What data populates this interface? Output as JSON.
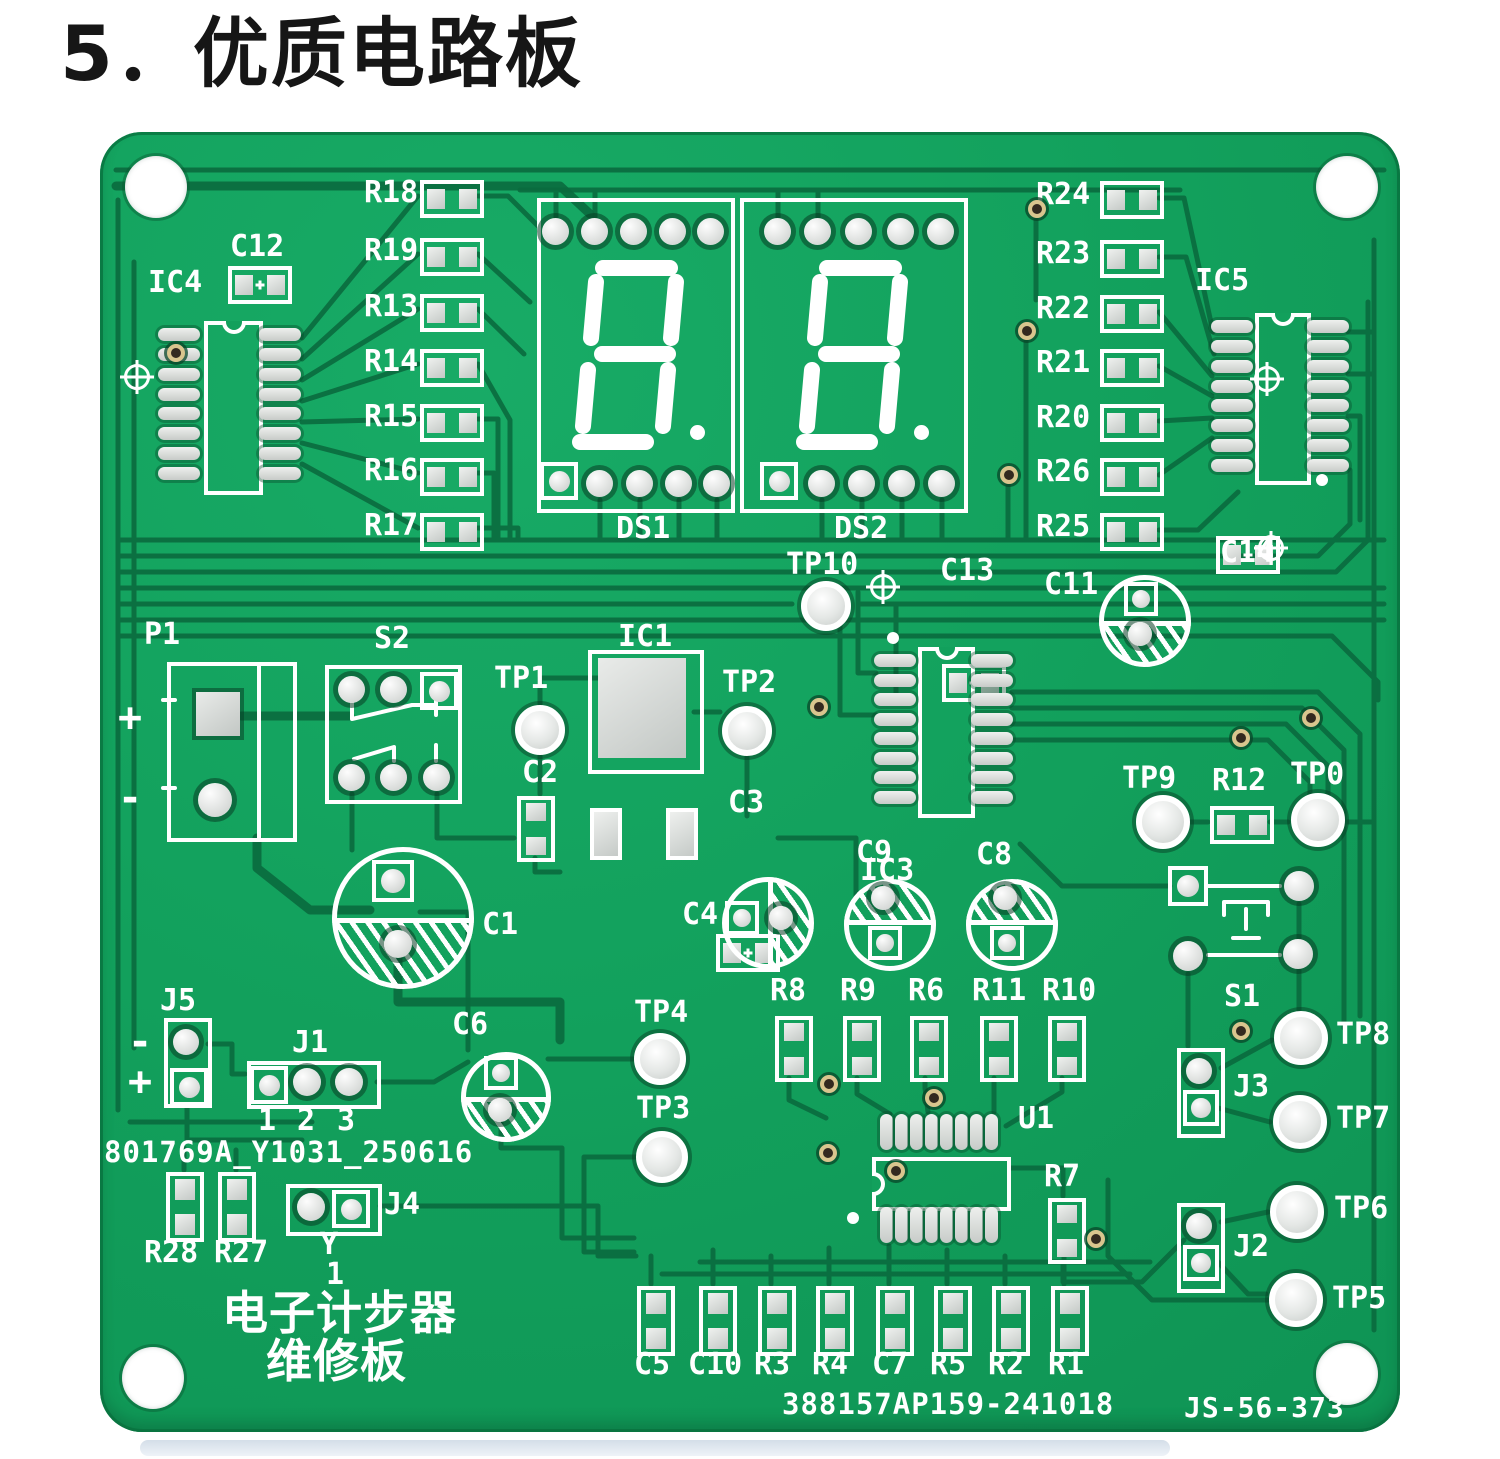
{
  "texts": {
    "title": "5．优质电路板",
    "serial_top": "801769A_Y1031_250616",
    "board_name_1": "电子计步器",
    "board_name_2": "维修板",
    "serial_bottom": "388157AP159-241018",
    "part_number": "JS-56-373"
  },
  "labels": {
    "ic4": "IC4",
    "c12": "C12",
    "r18": "R18",
    "r19": "R19",
    "r13": "R13",
    "r14": "R14",
    "r15": "R15",
    "r16": "R16",
    "r17": "R17",
    "ds1": "DS1",
    "ds2": "DS2",
    "r24": "R24",
    "r23": "R23",
    "r22": "R22",
    "r21": "R21",
    "r20": "R20",
    "r26": "R26",
    "r25": "R25",
    "ic5": "IC5",
    "c14": "C14",
    "tp10": "TP10",
    "c13": "C13",
    "c11": "C11",
    "p1": "P1",
    "p1_plus": "+",
    "p1_minus": "-",
    "s2": "S2",
    "tp1": "TP1",
    "c2": "C2",
    "ic1": "IC1",
    "tp2": "TP2",
    "c3": "C3",
    "ic3": "IC3",
    "c9": "C9",
    "c8": "C8",
    "c4": "C4",
    "c1": "C1",
    "tp9": "TP9",
    "r12": "R12",
    "tp0": "TP0",
    "s1": "S1",
    "tp8": "TP8",
    "j3": "J3",
    "tp7": "TP7",
    "tp6": "TP6",
    "j2": "J2",
    "tp5": "TP5",
    "j5": "J5",
    "j5_minus": "-",
    "j5_plus": "+",
    "j1": "J1",
    "j1_pin1": "1",
    "j1_pin2": "2",
    "j1_pin3": "3",
    "c6": "C6",
    "tp4": "TP4",
    "tp3": "TP3",
    "r28": "R28",
    "r27": "R27",
    "j4": "J4",
    "y_ref": "Y",
    "y_num": "1",
    "r8": "R8",
    "r9": "R9",
    "r6": "R6",
    "r11": "R11",
    "r10": "R10",
    "u1": "U1",
    "r7": "R7",
    "c5": "C5",
    "c10": "C10",
    "r3": "R3",
    "r4": "R4",
    "c7": "C7",
    "r5": "R5",
    "r2": "R2",
    "r1": "R1"
  },
  "colors": {
    "board_green": "#12A05C",
    "trace_dark": "#0A6A3E",
    "silkscreen": "#FFFFFF",
    "pad_grey": "#D7DAD8",
    "background": "#FFFFFF",
    "title_text": "#161616"
  }
}
